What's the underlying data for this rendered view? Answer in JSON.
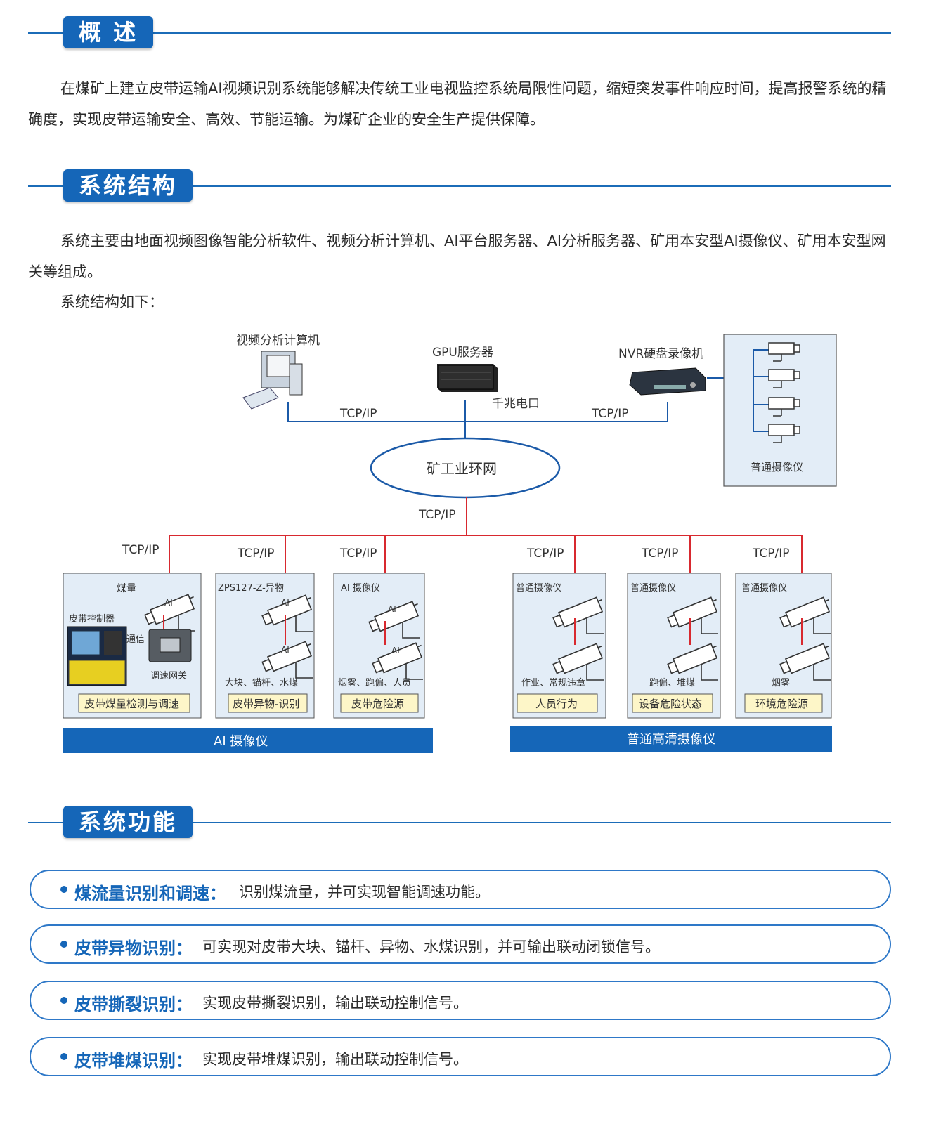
{
  "sections": {
    "overview": {
      "title": "概 述",
      "para": "在煤矿上建立皮带运输AI视频识别系统能够解决传统工业电视监控系统局限性问题，缩短突发事件响应时间，提高报警系统的精确度，实现皮带运输安全、高效、节能运输。为煤矿企业的安全生产提供保障。"
    },
    "structure": {
      "title": "系统结构",
      "para": "系统主要由地面视频图像智能分析软件、视频分析计算机、AI平台服务器、AI分析服务器、矿用本安型AI摄像仪、矿用本安型网关等组成。",
      "para2": "系统结构如下："
    },
    "functions": {
      "title": "系统功能",
      "items": [
        {
          "title": "煤流量识别和调速：",
          "desc": "识别煤流量，并可实现智能调速功能。"
        },
        {
          "title": "皮带异物识别：",
          "desc": "可实现对皮带大块、锚杆、异物、水煤识别，并可输出联动闭锁信号。"
        },
        {
          "title": "皮带撕裂识别：",
          "desc": "实现皮带撕裂识别，输出联动控制信号。"
        },
        {
          "title": "皮带堆煤识别：",
          "desc": "实现皮带堆煤识别，输出联动控制信号。"
        }
      ]
    }
  },
  "diagram": {
    "pc_label": "视频分析计算机",
    "gpu_label": "GPU服务器",
    "nvr_label": "NVR硬盘录像机",
    "gigabit": "千兆电口",
    "tcpip": "TCP/IP",
    "ring": "矿工业环网",
    "ordinary_cam_label": "普通摄像仪",
    "ai_badge": "AI",
    "panels": [
      {
        "top": "煤量",
        "controller": "皮带控制器",
        "comm": "通信",
        "gateway": "调速网关",
        "footer": "皮带煤量检测与调速"
      },
      {
        "top": "ZPS127-Z-异物",
        "bottom": "大块、锚杆、水煤",
        "footer": "皮带异物-识别"
      },
      {
        "top": "AI 摄像仪",
        "bottom": "烟雾、跑偏、人员",
        "footer": "皮带危险源"
      },
      {
        "top": "普通摄像仪",
        "bottom": "作业、常规违章",
        "footer": "人员行为"
      },
      {
        "top": "普通摄像仪",
        "bottom": "跑偏、堆煤",
        "footer": "设备危险状态"
      },
      {
        "top": "普通摄像仪",
        "bottom": "烟雾",
        "footer": "环境危险源"
      }
    ],
    "bar_ai": "AI 摄像仪",
    "bar_hd": "普通高清摄像仪"
  },
  "colors": {
    "accent": "#1566b8",
    "red_line": "#d8292f",
    "panel_bg": "#e3edf7",
    "label_bg": "#fdf6c8"
  }
}
